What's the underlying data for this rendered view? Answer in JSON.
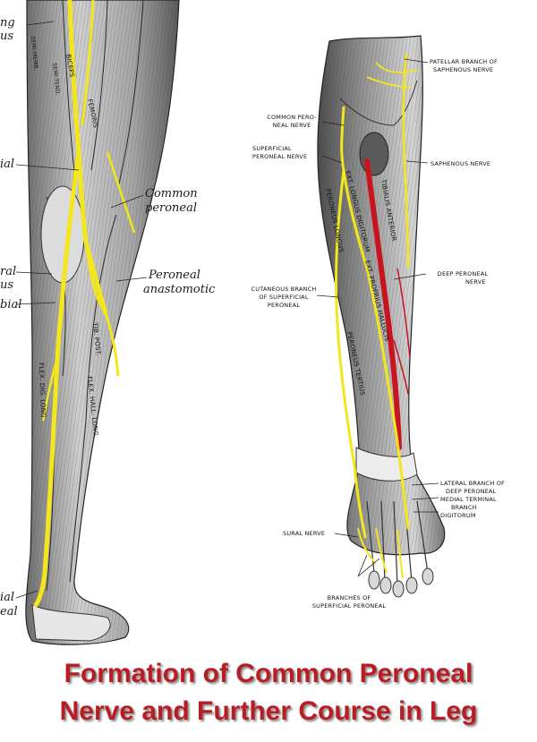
{
  "labels_left": {
    "ng": "ng",
    "us": "us",
    "ial_top": "ial",
    "common_peroneal_1": "Common",
    "common_peroneal_2": "peroneal",
    "peroneal_anast_1": "Peroneal",
    "peroneal_anast_2": "anastomotic",
    "ral": "ral",
    "us2": "us",
    "bial": "bial",
    "ial_bot": "ial",
    "eal": "eal"
  },
  "muscle_words_left": [
    "BICEPS",
    "FEMORIS",
    "SEMI-MEMB.",
    "SEMI-TEND.",
    "TIB. POST.",
    "FLEX. DIG. LONG.",
    "FLEX. HALL. LONG."
  ],
  "labels_right": {
    "patellar_1": "PATELLAR BRANCH OF",
    "patellar_2": "SAPHENOUS NERVE",
    "common_per_1": "COMMON PERO-",
    "common_per_2": "NEAL NERVE",
    "superficial_1": "SUPERFICIAL",
    "superficial_2": "PERONEAL NERVE",
    "saphenous": "SAPHENOUS NERVE",
    "deep_per_1": "DEEP PERONEAL",
    "deep_per_2": "NERVE",
    "cutaneous_1": "CUTANEOUS BRANCH",
    "cutaneous_2": "OF SUPERFICIAL",
    "cutaneous_3": "PERONEAL",
    "lateral_1": "LATERAL BRANCH OF",
    "lateral_2": "DEEP PERONEAL",
    "medial_1": "MEDIAL TERMINAL",
    "medial_2": "BRANCH",
    "digitorum": "DIGITORUM",
    "sural": "SURAL NERVE",
    "branches_1": "BRANCHES OF",
    "branches_2": "SUPERFICIAL PERONEAL"
  },
  "muscle_words_right": [
    "EXT. LONGUS DIGITORUM",
    "PERONEUS LONGUS",
    "TIBIALIS ANTERIOR",
    "EXT. PROPRIUS HALLUCIS",
    "PERONEUS TERTIUS"
  ],
  "caption": {
    "line1": "Formation of Common Peroneal",
    "line2": "Nerve and Further Course in Leg"
  },
  "colors": {
    "nerve": "#f3e61c",
    "artery": "#c8141e",
    "caption": "#b81d24",
    "ink": "#1a1a1a"
  }
}
